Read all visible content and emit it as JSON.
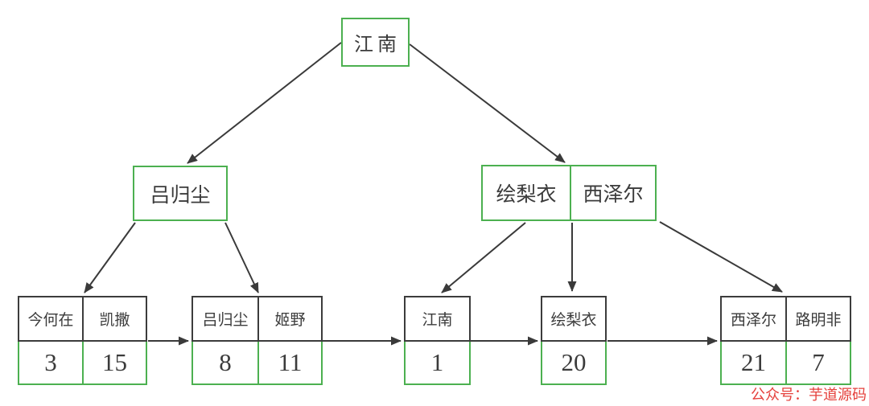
{
  "tree": {
    "type": "bplus-tree",
    "root": {
      "keys": [
        "江南"
      ]
    },
    "internal_nodes": [
      {
        "keys": [
          "吕归尘"
        ]
      },
      {
        "keys": [
          "绘梨衣",
          "西泽尔"
        ]
      }
    ],
    "leaf_nodes": [
      {
        "keys": [
          "今何在",
          "凯撒"
        ],
        "values": [
          "3",
          "15"
        ]
      },
      {
        "keys": [
          "吕归尘",
          "姬野"
        ],
        "values": [
          "8",
          "11"
        ]
      },
      {
        "keys": [
          "江南"
        ],
        "values": [
          "1"
        ]
      },
      {
        "keys": [
          "绘梨衣"
        ],
        "values": [
          "20"
        ]
      },
      {
        "keys": [
          "西泽尔",
          "路明非"
        ],
        "values": [
          "21",
          "7"
        ]
      }
    ],
    "watermark": "公众号：芋道源码",
    "colors": {
      "node_border": "#4cb050",
      "key_border": "#3c3c3c",
      "arrow": "#3a3a3a",
      "text": "#3b3b3b",
      "watermark": "#e5403c"
    }
  }
}
